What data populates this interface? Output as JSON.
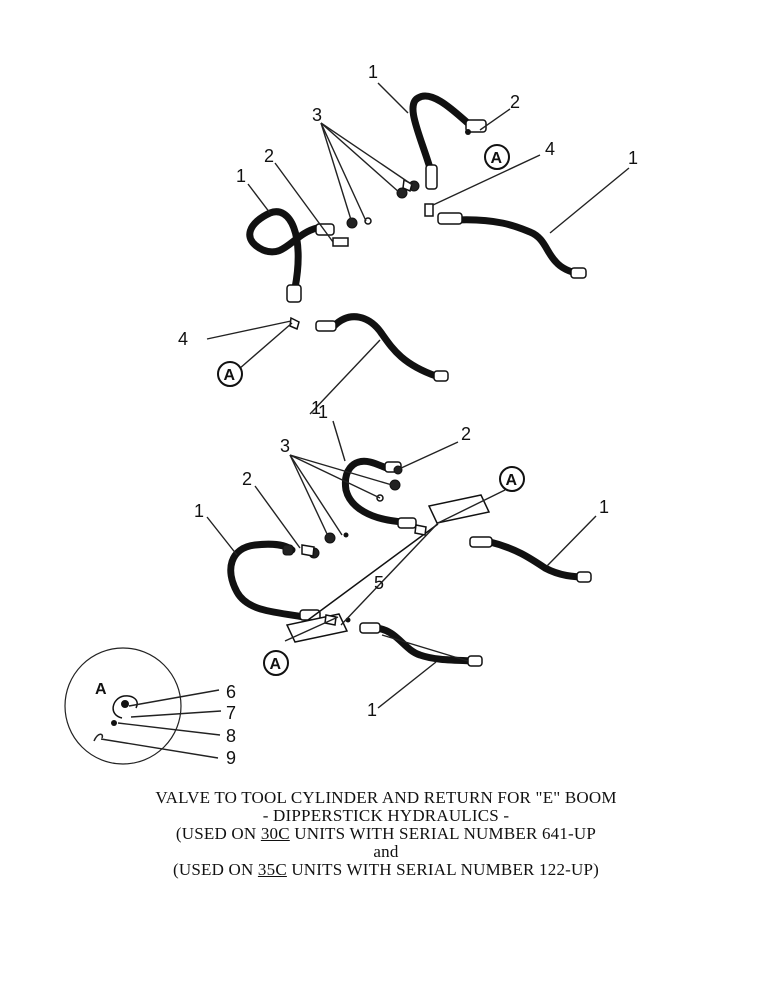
{
  "callouts": {
    "one": "1",
    "two": "2",
    "three": "3",
    "four": "4",
    "five": "5",
    "six": "6",
    "seven": "7",
    "eight": "8",
    "nine": "9",
    "a": "A"
  },
  "caption": {
    "line1": "VALVE TO TOOL CYLINDER AND RETURN FOR \"E\" BOOM",
    "line2": "- DIPPERSTICK HYDRAULICS -",
    "line3_prefix": "(USED ON ",
    "line3_model": "30C",
    "line3_suffix": " UNITS WITH SERIAL NUMBER 641-UP",
    "line4": "and",
    "line5_prefix": "(USED ON ",
    "line5_model": "35C",
    "line5_suffix": " UNITS WITH SERIAL NUMBER 122-UP)"
  },
  "colors": {
    "ink": "#111111",
    "background": "#ffffff"
  },
  "icons": {
    "hose": "hydraulic-hose-icon",
    "fitting": "fitting-icon",
    "detail": "magnified-detail-circle"
  }
}
